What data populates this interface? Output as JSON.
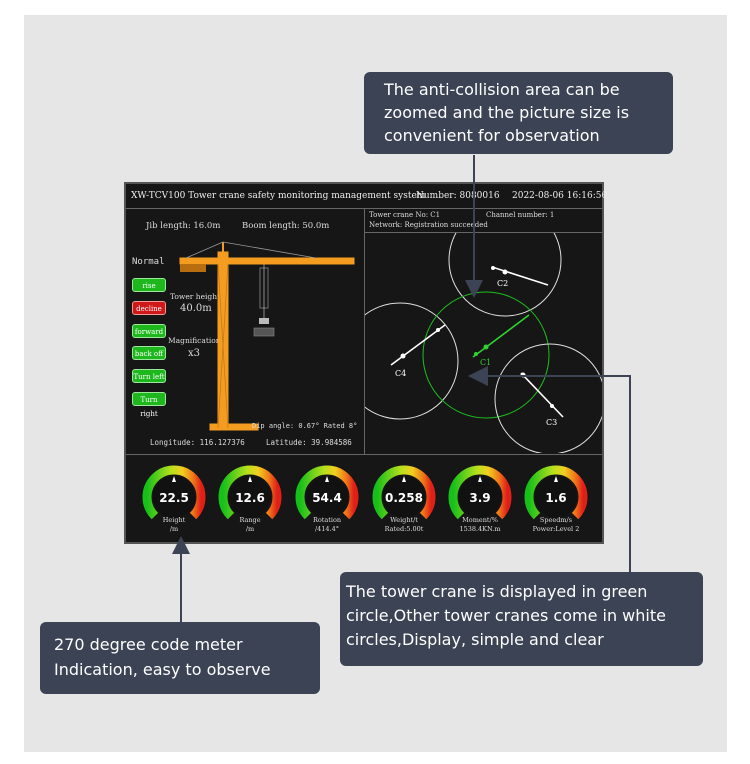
{
  "colors": {
    "accent_green": "#1eb81e",
    "alert_red": "#d01818",
    "crane_orange": "#f39c1f",
    "callout_bg": "#3b4354"
  },
  "titlebar": {
    "title": "XW-TCV100 Tower crane safety monitoring management system",
    "number": "Number:  8080016",
    "datetime": "2022-08-06  16:16:56"
  },
  "left_panel": {
    "jib_length": "Jib length:  16.0m",
    "boom_length": "Boom length:  50.0m",
    "status": "Normal",
    "buttons": [
      {
        "label": "rise",
        "color": "green"
      },
      {
        "label": "decline",
        "color": "red"
      },
      {
        "label": "forward",
        "color": "green"
      },
      {
        "label": "back off",
        "color": "green"
      },
      {
        "label": "Turn left",
        "color": "green"
      },
      {
        "label": "Turn right",
        "color": "green"
      }
    ],
    "tower_height_label": "Tower height",
    "tower_height_value": "40.0m",
    "magnification_label": "Magnification",
    "magnification_value": "x3",
    "dip_angle": "Dip angle: 0.67° Rated 8°",
    "longitude": "Longitude: 116.127376",
    "latitude": "Latitude: 39.984586"
  },
  "right_panel": {
    "crane_no": "Tower crane No:  C1",
    "channel": "Channel number:  1",
    "network": "Network: Registration succeeded",
    "cranes": [
      {
        "label": "C1",
        "circle_color": "green"
      },
      {
        "label": "C2",
        "circle_color": "white"
      },
      {
        "label": "C3",
        "circle_color": "white"
      },
      {
        "label": "C4",
        "circle_color": "white"
      }
    ]
  },
  "gauges": [
    {
      "value": "22.5",
      "label1": "Height",
      "label2": "/m"
    },
    {
      "value": "12.6",
      "label1": "Range",
      "label2": "/m"
    },
    {
      "value": "54.4",
      "label1": "Rotation",
      "label2": "/414.4°"
    },
    {
      "value": "0.258",
      "label1": "Weight/t",
      "label2": "Rated:5.00t"
    },
    {
      "value": "3.9",
      "label1": "Moment/%",
      "label2": "1538.4KN.m"
    },
    {
      "value": "1.6",
      "label1": "Speedm/s",
      "label2": "Power:Level 2"
    }
  ],
  "callouts": {
    "top": [
      "The anti-collision area can be",
      "zoomed and the picture size is",
      "convenient for observation"
    ],
    "bottom_right": [
      "The tower crane is displayed in green",
      "circle,Other tower cranes come in white",
      "circles,Display, simple and clear"
    ],
    "bottom_left": [
      "270 degree code meter",
      "Indication, easy to observe"
    ]
  }
}
